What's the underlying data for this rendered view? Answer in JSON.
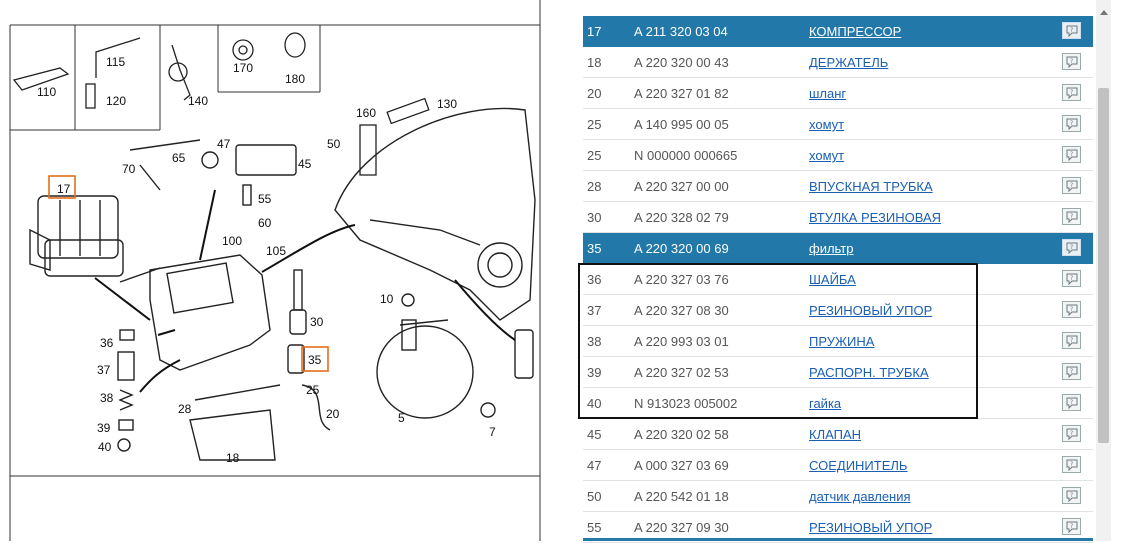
{
  "diagram": {
    "callouts": [
      "110",
      "115",
      "120",
      "140",
      "170",
      "180",
      "160",
      "130",
      "70",
      "65",
      "47",
      "45",
      "50",
      "17",
      "55",
      "60",
      "100",
      "105",
      "30",
      "10",
      "35",
      "36",
      "37",
      "38",
      "39",
      "40",
      "25",
      "28",
      "20",
      "18",
      "5",
      "7"
    ],
    "highlighted_callouts": [
      "17",
      "35"
    ],
    "accent_color": "#e0701a"
  },
  "parts": {
    "rows": [
      {
        "pos": "17",
        "number": "A 211 320 03 04",
        "name": "КОМПРЕССОР",
        "selected": true
      },
      {
        "pos": "18",
        "number": "A 220 320 00 43",
        "name": "ДЕРЖАТЕЛЬ",
        "selected": false
      },
      {
        "pos": "20",
        "number": "A 220 327 01 82",
        "name": "шланг",
        "selected": false
      },
      {
        "pos": "25",
        "number": "A 140 995 00 05",
        "name": "хомут",
        "selected": false
      },
      {
        "pos": "25",
        "number": "N 000000 000665",
        "name": "хомут",
        "selected": false
      },
      {
        "pos": "28",
        "number": "A 220 327 00 00",
        "name": "ВПУСКНАЯ ТРУБКА",
        "selected": false
      },
      {
        "pos": "30",
        "number": "A 220 328 02 79",
        "name": "ВТУЛКА РЕЗИНОВАЯ",
        "selected": false
      },
      {
        "pos": "35",
        "number": "A 220 320 00 69",
        "name": "фильтр",
        "selected": true
      },
      {
        "pos": "36",
        "number": "A 220 327 03 76",
        "name": "ШАЙБА",
        "selected": false
      },
      {
        "pos": "37",
        "number": "A 220 327 08 30",
        "name": "РЕЗИНОВЫЙ УПОР",
        "selected": false
      },
      {
        "pos": "38",
        "number": "A 220 993 03 01",
        "name": "ПРУЖИНА",
        "selected": false
      },
      {
        "pos": "39",
        "number": "A 220 327 02 53",
        "name": "РАСПОРН. ТРУБКА",
        "selected": false
      },
      {
        "pos": "40",
        "number": "N 913023 005002",
        "name": "гайка",
        "selected": false
      },
      {
        "pos": "45",
        "number": "A 220 320 02 58",
        "name": "КЛАПАН",
        "selected": false
      },
      {
        "pos": "47",
        "number": "A 000 327 03 69",
        "name": "СОЕДИНИТЕЛЬ",
        "selected": false
      },
      {
        "pos": "50",
        "number": "A 220 542 01 18",
        "name": "датчик давления",
        "selected": false
      },
      {
        "pos": "55",
        "number": "A 220 327 09 30",
        "name": "РЕЗИНОВЫЙ УПОР",
        "selected": false
      }
    ],
    "selected_color": "#2278a8",
    "link_color": "#1a5fb4",
    "info_icon": "comment-icon"
  }
}
